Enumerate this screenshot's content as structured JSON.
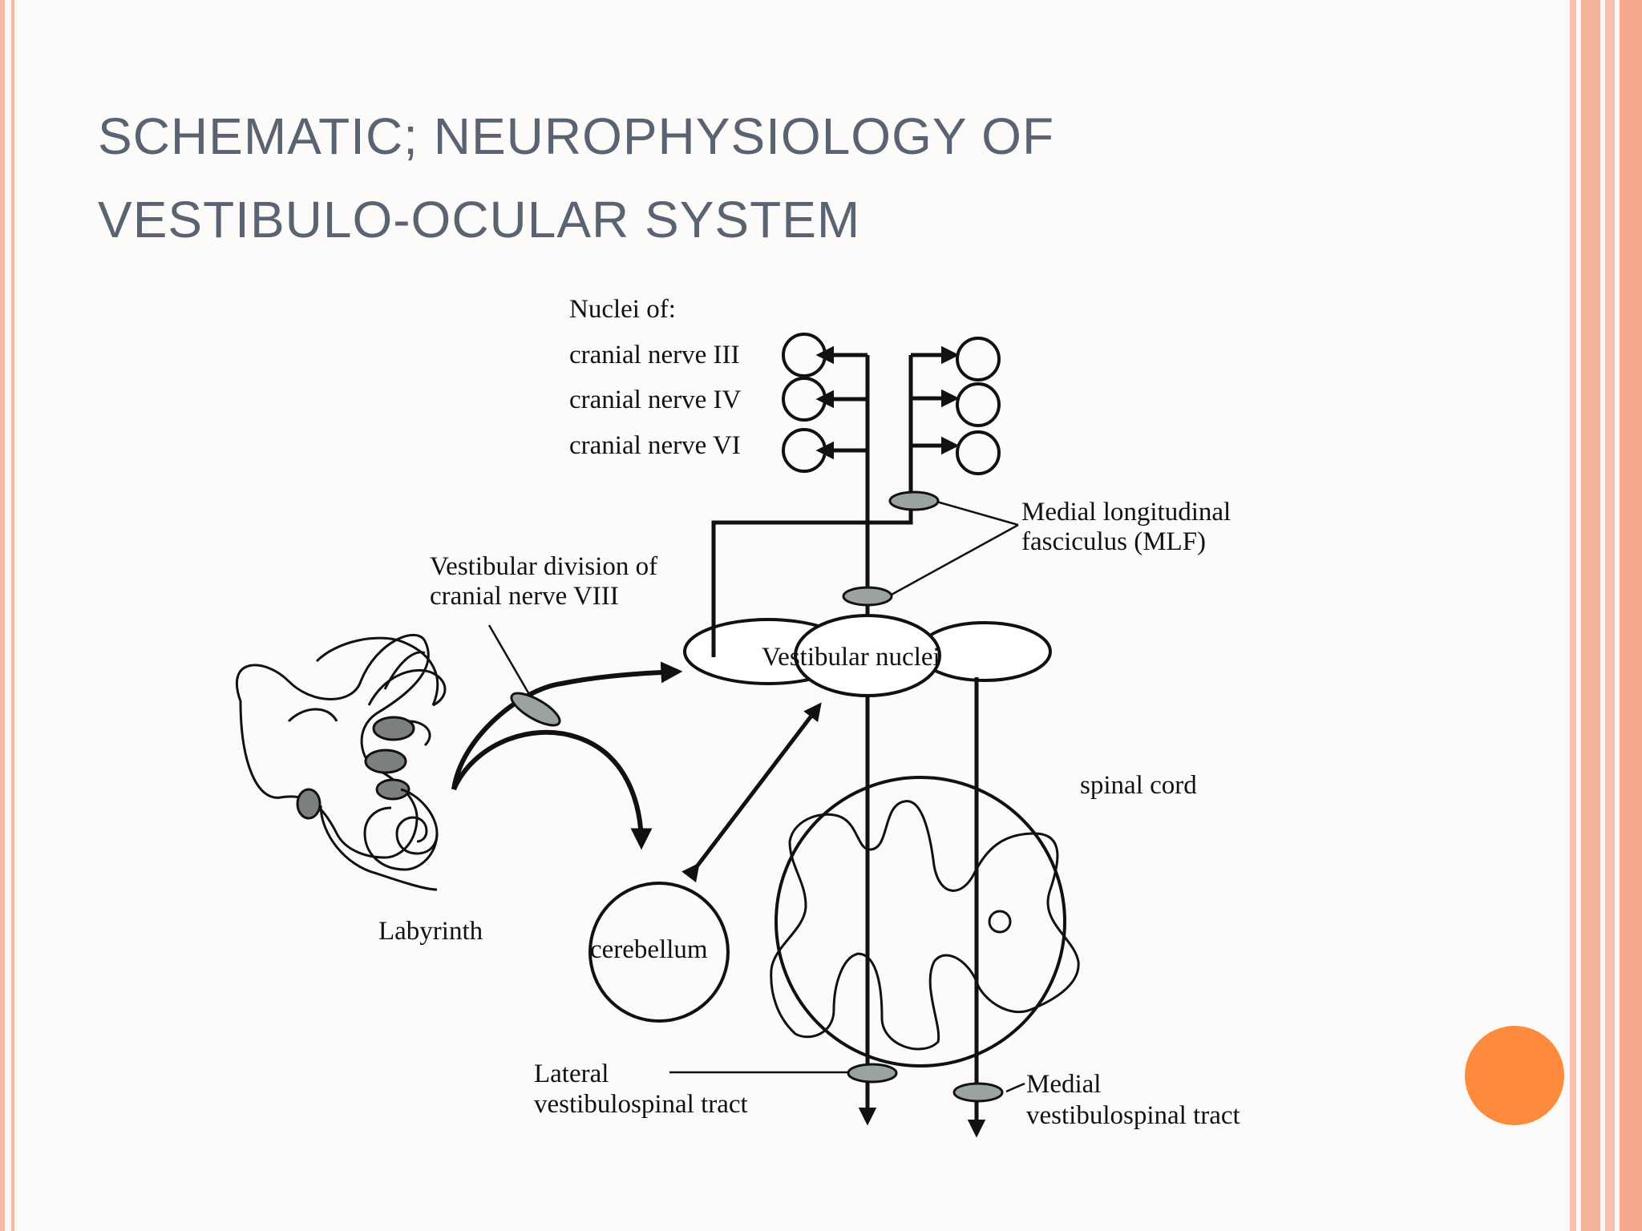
{
  "slide": {
    "title_line1": "SCHEMATIC; NEUROPHYSIOLOGY OF",
    "title_line2": "VESTIBULO-OCULAR SYSTEM",
    "accent_color": "#fd8a3d",
    "border_color": "#f6b39a"
  },
  "diagram": {
    "nuclei_header": "Nuclei of:",
    "cn3": "cranial nerve III",
    "cn4": "cranial nerve IV",
    "cn6": "cranial nerve VI",
    "mlf_line1": "Medial longitudinal",
    "mlf_line2": "fasciculus (MLF)",
    "vest_div_line1": "Vestibular division of",
    "vest_div_line2": "cranial nerve VIII",
    "vestibular_nuclei": "Vestibular nuclei",
    "spinal_cord": "spinal cord",
    "labyrinth": "Labyrinth",
    "cerebellum": "cerebellum",
    "lateral_line1": "Lateral",
    "lateral_line2": "vestibulospinal tract",
    "medial_line1": "Medial",
    "medial_line2": "vestibulospinal tract"
  }
}
